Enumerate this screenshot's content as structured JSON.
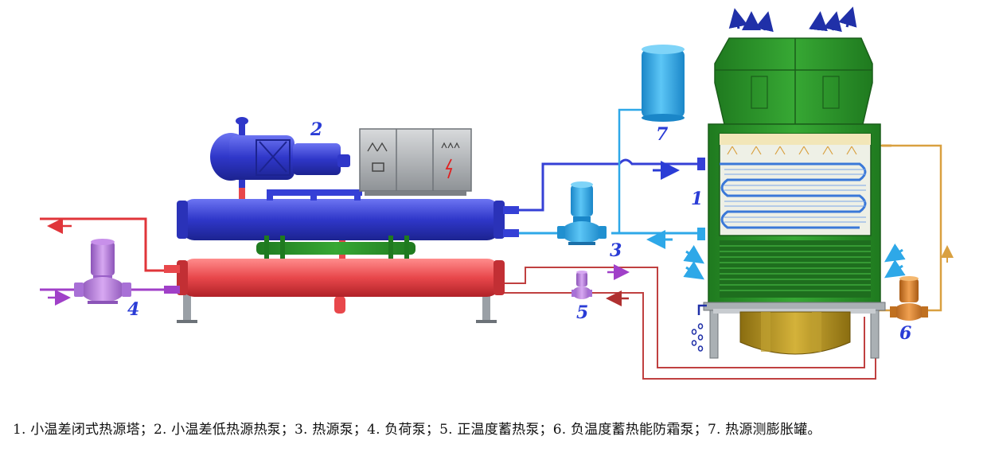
{
  "labels": {
    "n1": "1",
    "n2": "2",
    "n3": "3",
    "n4": "4",
    "n5": "5",
    "n6": "6",
    "n7": "7"
  },
  "caption": "1. 小温差闭式热源塔；2. 小温差低热源热泵；3. 热源泵；4. 负荷泵；5. 正温度蓄热泵；6. 负温度蓄热能防霜泵；7. 热源测膨胀罐。",
  "colors": {
    "tower_green": "#2f9a2c",
    "condenser_red": "#e8474b",
    "evaporator_blue": "#3540d6",
    "pump_purple": "#b37ad8",
    "tank_cyan": "#2ea8e8",
    "pump_orange": "#d9822b",
    "label_blue": "#2a3cd6"
  }
}
